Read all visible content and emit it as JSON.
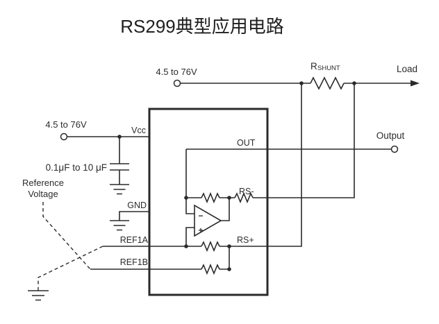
{
  "title": "RS299典型应用电路",
  "colors": {
    "line": "#2a2a2a",
    "text": "#2b2b2b",
    "background": "#ffffff"
  },
  "power_rail": {
    "voltage_label": "4.5 to 76V",
    "shunt_ref": "R",
    "shunt_sub": "SHUNT",
    "load_label": "Load"
  },
  "supply": {
    "voltage_label": "4.5 to 76V",
    "capacitor_value": "0.1μF to 10 μF"
  },
  "reference": {
    "line1": "Reference",
    "line2": "Voltage"
  },
  "ic": {
    "pins": {
      "vcc": "Vcc",
      "gnd": "GND",
      "ref1a": "REF1A",
      "ref1b": "REF1B",
      "out": "OUT",
      "rs_minus": "RS-",
      "rs_plus": "RS+"
    }
  },
  "opamp": {
    "inverting": "−",
    "noninverting": "+"
  },
  "output": {
    "label": "Output"
  }
}
